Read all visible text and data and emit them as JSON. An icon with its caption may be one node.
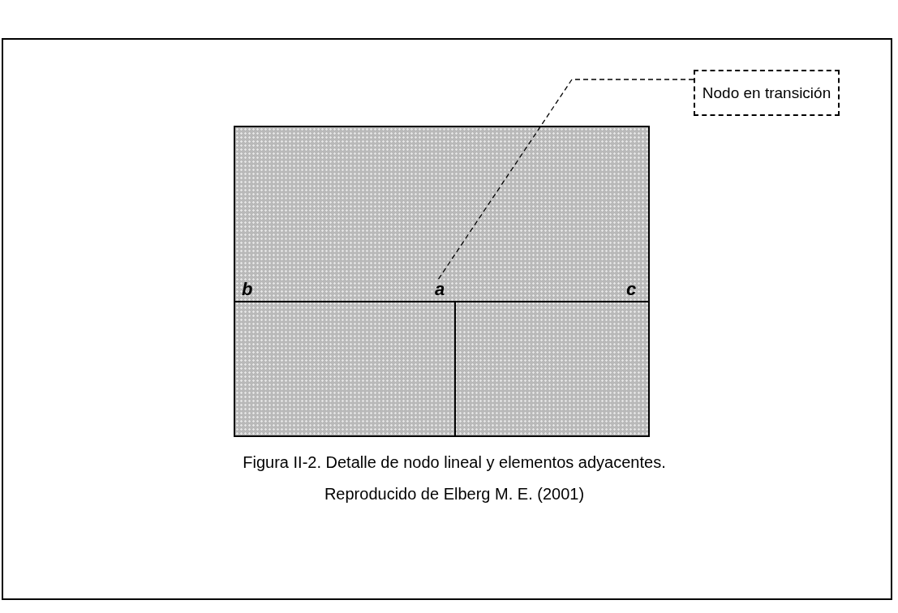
{
  "diagram": {
    "caption": "Figura II-2. Detalle de nodo lineal  y elementos adyacentes.",
    "nodes": [
      {
        "text": [
          "Nodo en transición"
        ]
      },
      {
        "text": [
          "a"
        ]
      }
    ],
    "edges": [
      {
        "from": 0,
        "to": 1,
        "arrow": "none",
        "style": "dashed"
      }
    ],
    "labels": [
      "b",
      "c",
      "Reproducido de Elberg M. E. (2001)"
    ]
  }
}
